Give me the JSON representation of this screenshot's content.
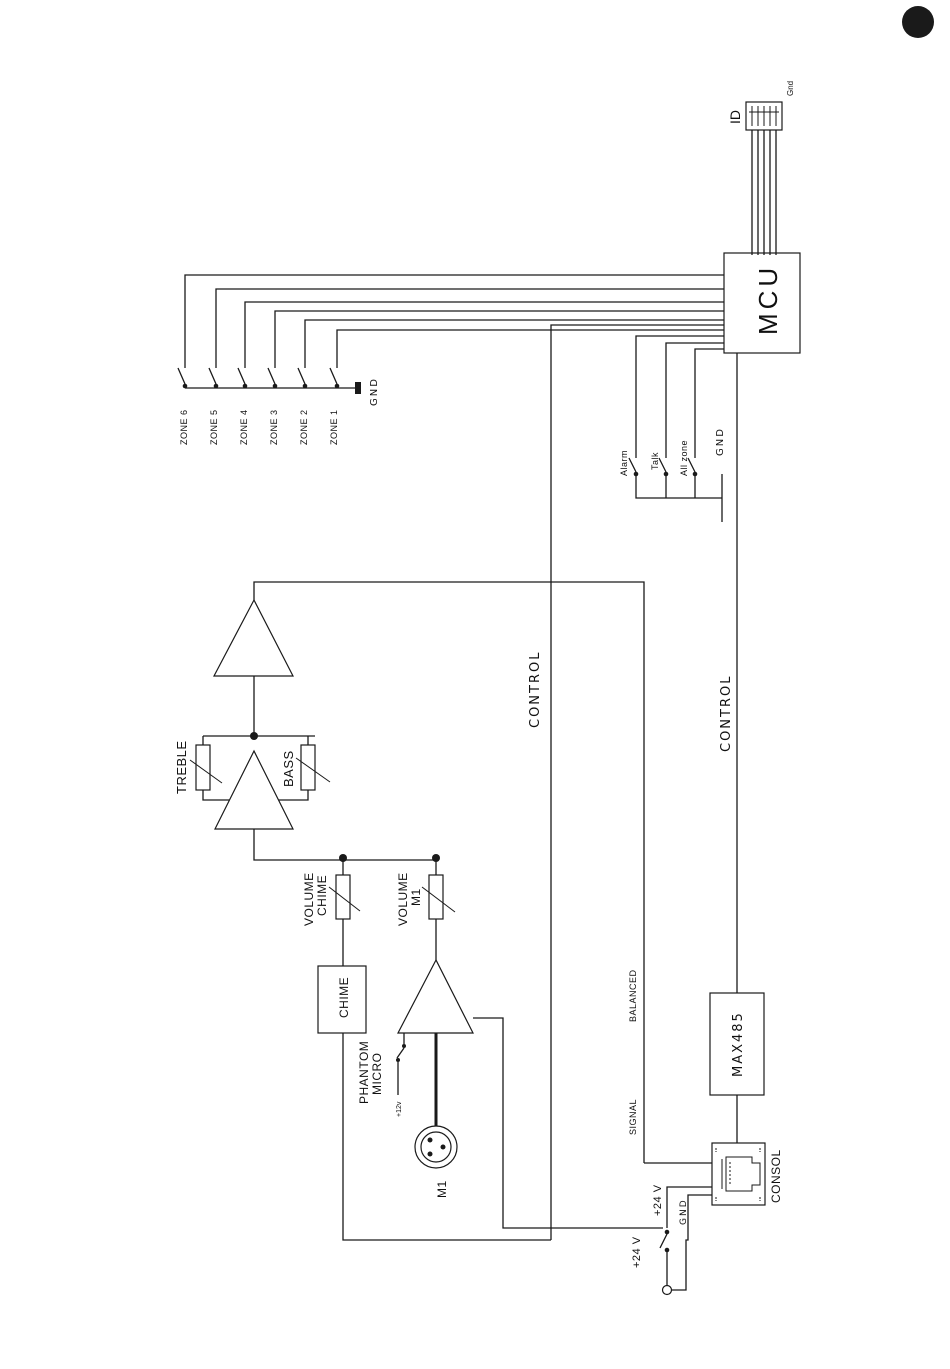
{
  "labels": {
    "zones": [
      "ZONE 6",
      "ZONE 5",
      "ZONE 4",
      "ZONE 3",
      "ZONE 2",
      "ZONE 1"
    ],
    "gnd_zones": "GND",
    "alarm": "Alarm",
    "talk": "Talk",
    "allzone": "All zone",
    "gnd_switches": "GND",
    "mcu": "MCU",
    "id": "ID",
    "id_gnd": "Gnd",
    "control_left": "CONTROL",
    "control_right": "CONTROL",
    "treble": "TREBLE",
    "bass": "BASS",
    "volume_chime_1": "VOLUME",
    "volume_chime_2": "CHIME",
    "volume_m1_1": "VOLUME",
    "volume_m1_2": "M1",
    "chime": "CHIME",
    "phantom_1": "PHANTOM",
    "phantom_2": "MICRO",
    "plus12v": "+12v",
    "m1": "M1",
    "balanced": "BALANCED",
    "signal": "SIGNAL",
    "max485": "MAX485",
    "consol": "CONSOL",
    "plus24v_a": "+24 V",
    "plus24v_b": "+24 V",
    "gnd_power": "GND"
  }
}
